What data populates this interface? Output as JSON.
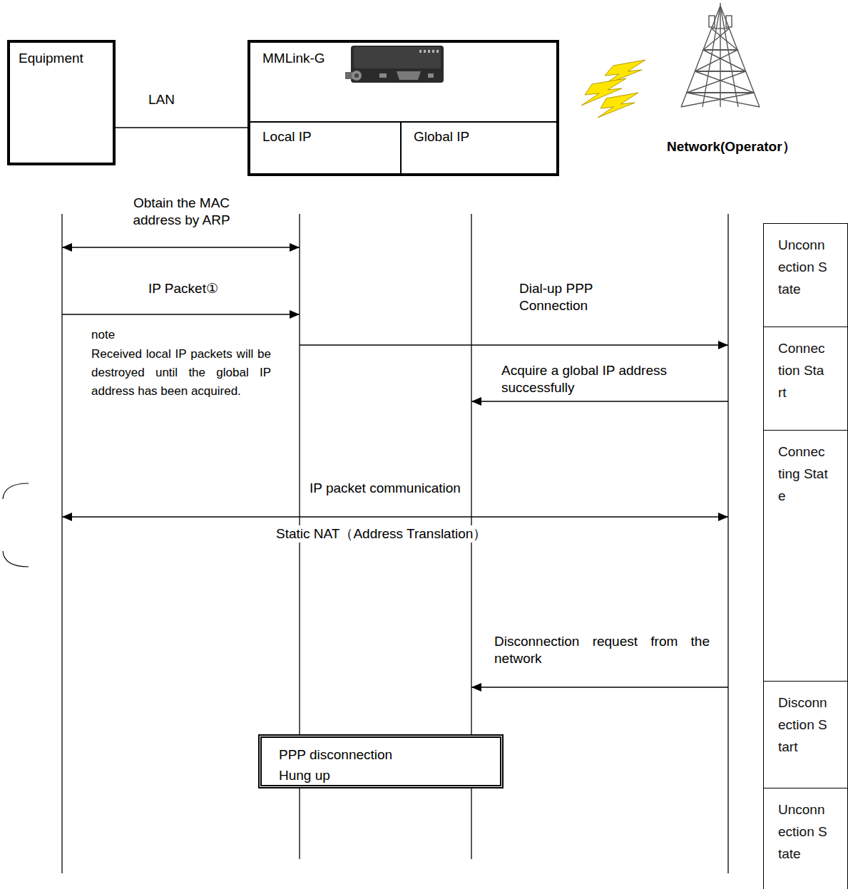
{
  "diagram": {
    "nodes": [
      {
        "text": [
          "Equipment"
        ]
      },
      {
        "text": [
          "MMLink-G"
        ]
      },
      {
        "text": [
          "Local IP"
        ],
        "in": 1
      },
      {
        "text": [
          "Global IP"
        ],
        "in": 1
      },
      {
        "text": [
          "Network(Operator）"
        ]
      },
      {
        "text": [
          "Unconnection State"
        ]
      },
      {
        "text": [
          "Connection Start"
        ]
      },
      {
        "text": [
          "Connecting State"
        ]
      },
      {
        "text": [
          "Disconnection Start"
        ]
      },
      {
        "text": [
          "Unconnection State"
        ]
      },
      {
        "text": [
          "PPP disconnection",
          "Hung up"
        ]
      }
    ],
    "edges": [
      {
        "from": 0,
        "to": 1,
        "label": "LAN",
        "arrow": "none"
      },
      {
        "from": 0,
        "to": 2,
        "label": "Obtain the MAC address by ARP",
        "arrow": "both"
      },
      {
        "from": 0,
        "to": 2,
        "label": "IP Packet①",
        "arrow": "to"
      },
      {
        "from": 2,
        "to": 4,
        "label": "Dial-up PPP Connection",
        "arrow": "to"
      },
      {
        "from": 4,
        "to": 3,
        "label": "Acquire a global IP address successfully",
        "arrow": "to"
      },
      {
        "from": 0,
        "to": 4,
        "label": "IP packet communication",
        "arrow": "both"
      },
      {
        "from": 4,
        "to": 3,
        "label": "Disconnection request from the network",
        "arrow": "to"
      }
    ],
    "labels": [
      "note",
      "Received local IP packets will be destroyed until the global IP address has been acquired.",
      "Static NAT（Address Translation）"
    ]
  }
}
